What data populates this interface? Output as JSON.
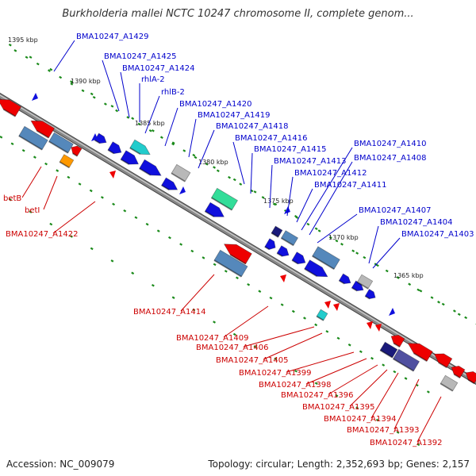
{
  "title": "Burkholderia mallei NCTC 10247 chromosome II, complete genom...",
  "footer": {
    "accession": "Accession: NC_009079",
    "summary": "Topology: circular; Length: 2,352,693 bp; Genes: 2,157"
  },
  "colors": {
    "blue_label": "#0000cc",
    "red_label": "#cc0000",
    "backbone": "#888888",
    "tick": "#1a8a1a",
    "gene_blue": "#1010dd",
    "gene_red": "#ee0000",
    "gene_cyan": "#22cccc",
    "gene_green": "#33dd99",
    "gene_steel": "#5588bb",
    "gene_navy": "#1a1a7a",
    "gene_purple": "#5050a0",
    "gene_grey": "#b8b8b8",
    "gene_orange": "#ff9900"
  },
  "kbp_marks": [
    "1395 kbp",
    "1390 kbp",
    "1385 kbp",
    "1380 kbp",
    "1375 kbp",
    "1370 kbp",
    "1365 kbp"
  ],
  "forward_genes": [
    "BMA10247_A1429",
    "BMA10247_A1425",
    "BMA10247_A1424",
    "rhlA-2",
    "rhlB-2",
    "BMA10247_A1420",
    "BMA10247_A1419",
    "BMA10247_A1418",
    "BMA10247_A1416",
    "BMA10247_A1415",
    "BMA10247_A1413",
    "BMA10247_A1412",
    "BMA10247_A1411",
    "BMA10247_A1410",
    "BMA10247_A1408",
    "BMA10247_A1407",
    "BMA10247_A1404",
    "BMA10247_A1403"
  ],
  "reverse_genes": [
    "betB",
    "betI",
    "BMA10247_A1422",
    "BMA10247_A1414",
    "BMA10247_A1409",
    "BMA10247_A1406",
    "BMA10247_A1405",
    "BMA10247_A1399",
    "BMA10247_A1398",
    "BMA10247_A1396",
    "BMA10247_A1395",
    "BMA10247_A1394",
    "BMA10247_A1393",
    "BMA10247_A1392"
  ]
}
